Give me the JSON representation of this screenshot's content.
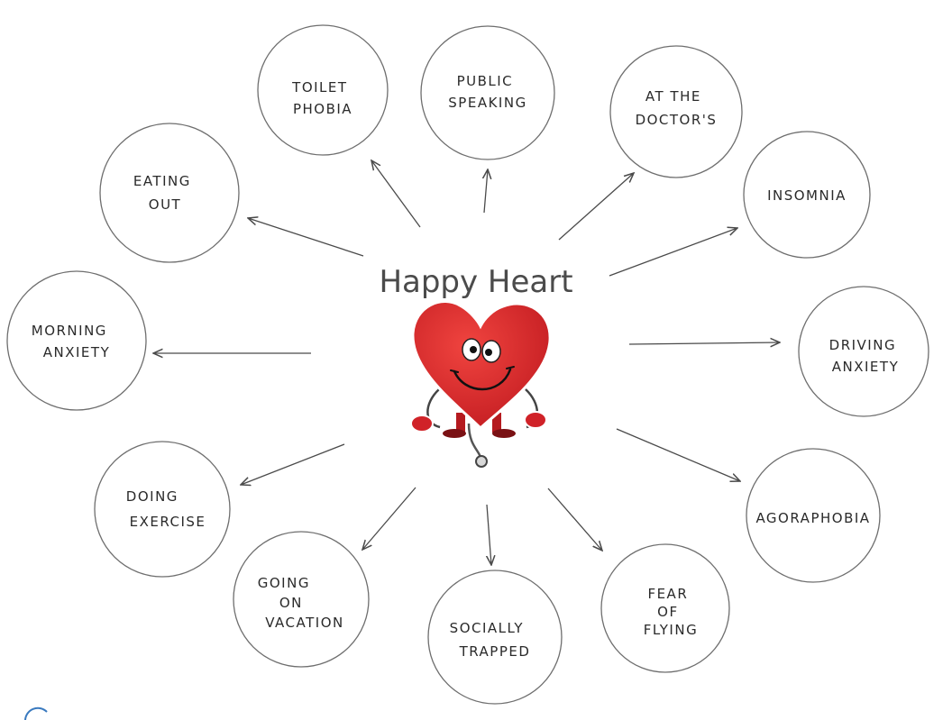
{
  "title": "Happy Heart",
  "colors": {
    "heart": "#e0262b",
    "heart_shadow": "#b51a1f",
    "outline": "#6e6e6e",
    "text": "#2a2a2a"
  },
  "mascot": {
    "icon": "heart-mascot-with-stethoscope"
  },
  "bubbles": [
    {
      "id": "toilet-phobia",
      "lines": [
        "TOILET",
        "PHOBIA"
      ]
    },
    {
      "id": "public-speaking",
      "lines": [
        "PUBLIC",
        "SPEAKING"
      ]
    },
    {
      "id": "at-the-doctors",
      "lines": [
        "AT THE",
        "DOCTOR'S"
      ]
    },
    {
      "id": "insomnia",
      "lines": [
        "INSOMNIA"
      ]
    },
    {
      "id": "driving-anxiety",
      "lines": [
        "DRIVING",
        "ANXIETY"
      ]
    },
    {
      "id": "agoraphobia",
      "lines": [
        "AGORAPHOBIA"
      ]
    },
    {
      "id": "fear-of-flying",
      "lines": [
        "FEAR",
        "OF",
        "FLYING"
      ]
    },
    {
      "id": "socially-trapped",
      "lines": [
        "SOCIALLY",
        "TRAPPED"
      ]
    },
    {
      "id": "going-on-vacation",
      "lines": [
        "GOING",
        "ON",
        "VACATION"
      ]
    },
    {
      "id": "doing-exercise",
      "lines": [
        "DOING",
        "EXERCISE"
      ]
    },
    {
      "id": "morning-anxiety",
      "lines": [
        "MORNING",
        "ANXIETY"
      ]
    },
    {
      "id": "eating-out",
      "lines": [
        "EATING",
        "OUT"
      ]
    }
  ]
}
